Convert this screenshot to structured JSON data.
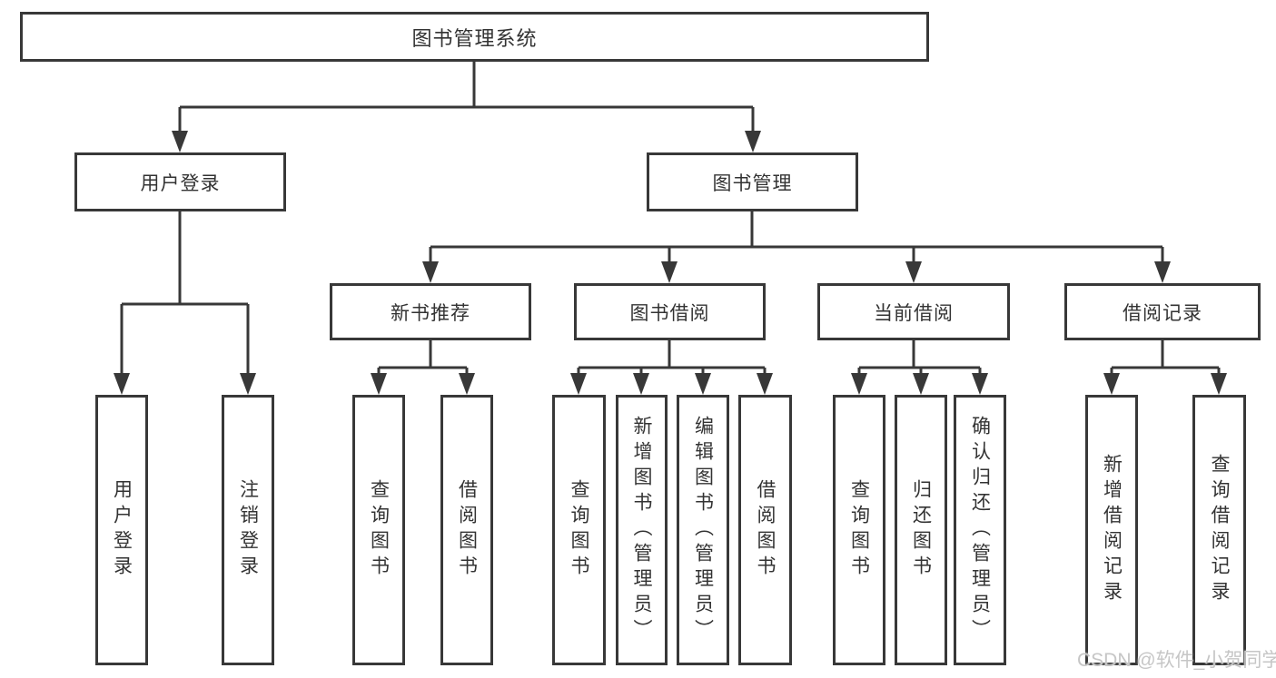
{
  "diagram": {
    "root": {
      "label": "图书管理系统"
    },
    "level2": {
      "user_login": {
        "label": "用户登录"
      },
      "book_management": {
        "label": "图书管理"
      }
    },
    "level3": {
      "new_book_recommend": {
        "label": "新书推荐"
      },
      "book_borrow": {
        "label": "图书借阅"
      },
      "current_borrow": {
        "label": "当前借阅"
      },
      "borrow_record": {
        "label": "借阅记录"
      }
    },
    "leaves": {
      "under_user_login": [
        "用户登录",
        "注销登录"
      ],
      "under_new_book_recommend": [
        "查询图书",
        "借阅图书"
      ],
      "under_book_borrow": [
        "查询图书",
        "新增图书（管理员）",
        "编辑图书（管理员）",
        "借阅图书"
      ],
      "under_current_borrow": [
        "查询图书",
        "归还图书",
        "确认归还（管理员）"
      ],
      "under_borrow_record": [
        "新增借阅记录",
        "查询借阅记录"
      ]
    },
    "watermark": "CSDN @软件_小贺同学",
    "colors": {
      "line": "#383838",
      "text": "#333333",
      "watermark_text": "#c6c6c6",
      "background": "#ffffff"
    }
  }
}
